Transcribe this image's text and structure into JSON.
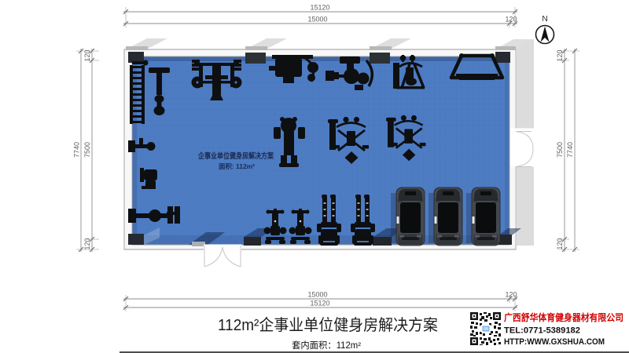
{
  "north": {
    "label": "N"
  },
  "dimensions": {
    "top": {
      "total": "15120",
      "inner": "15000",
      "wall": "120"
    },
    "bottom": {
      "inner": "15000",
      "wall": "120",
      "total": "15120"
    },
    "left": {
      "wall_top": "120",
      "total": "7740",
      "inner": "7500",
      "wall_bottom": "120"
    },
    "right": {
      "wall_top": "120",
      "inner": "7500",
      "total": "7740",
      "wall_bottom": "120"
    }
  },
  "floor_label": {
    "line1": "企事业单位健身房解决方案",
    "line2": "面积: 112m²"
  },
  "title_block": {
    "title": "112m²企事业单位健身房解决方案",
    "area": "套内面积：112m²"
  },
  "company": {
    "name": "广西舒华体育健身器材有限公司",
    "tel": "TEL:0771-5389182",
    "url": "HTTP:WWW.GXSHUA.COM"
  },
  "colors": {
    "floor": "#4d7cc3",
    "accent_red": "#d40000",
    "wall": "#f7f7f7",
    "column": "#262a30"
  },
  "equipment": [
    "wall-bars",
    "flat-bench",
    "bench-press-station",
    "multi-press-machine",
    "pec-deck-machine",
    "lat-frame-machine",
    "squat-rack",
    "stepper-machine",
    "cable-pulldown-1",
    "cable-pulldown-2",
    "side-seat",
    "utility-chair",
    "leg-press-bench",
    "exercise-bike-1",
    "exercise-bike-2",
    "climber-1",
    "climber-2",
    "treadmill-1",
    "treadmill-2",
    "treadmill-3"
  ]
}
